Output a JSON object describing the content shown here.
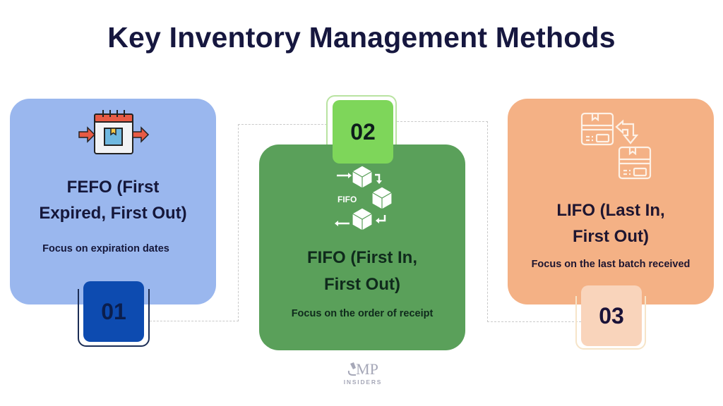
{
  "title": "Key Inventory Management Methods",
  "colors": {
    "title": "#16173f",
    "card_fefo": "#9ab7ee",
    "card_fifo": "#5aa05a",
    "card_lifo": "#f4b185",
    "badge_fefo": "#0d4bb0",
    "badge_fifo": "#7ed65a",
    "badge_lifo": "#f9d4bb",
    "connector": "#c9c9c9"
  },
  "methods": [
    {
      "number": "01",
      "title_line1": "FEFO (First",
      "title_line2": "Expired, First Out)",
      "description": "Focus on expiration dates",
      "icon": "calendar-box-arrows-icon"
    },
    {
      "number": "02",
      "title_line1": "FIFO (First In,",
      "title_line2": "First Out)",
      "description": "Focus on the order of receipt",
      "icon": "fifo-cubes-cycle-icon",
      "icon_label": "FIFO"
    },
    {
      "number": "03",
      "title_line1": "LIFO (Last In,",
      "title_line2": "First Out)",
      "description": "Focus on the last batch received",
      "icon": "boxes-swap-arrow-icon"
    }
  ],
  "logo": {
    "mark": "MP",
    "subtitle": "INSIDERS"
  }
}
